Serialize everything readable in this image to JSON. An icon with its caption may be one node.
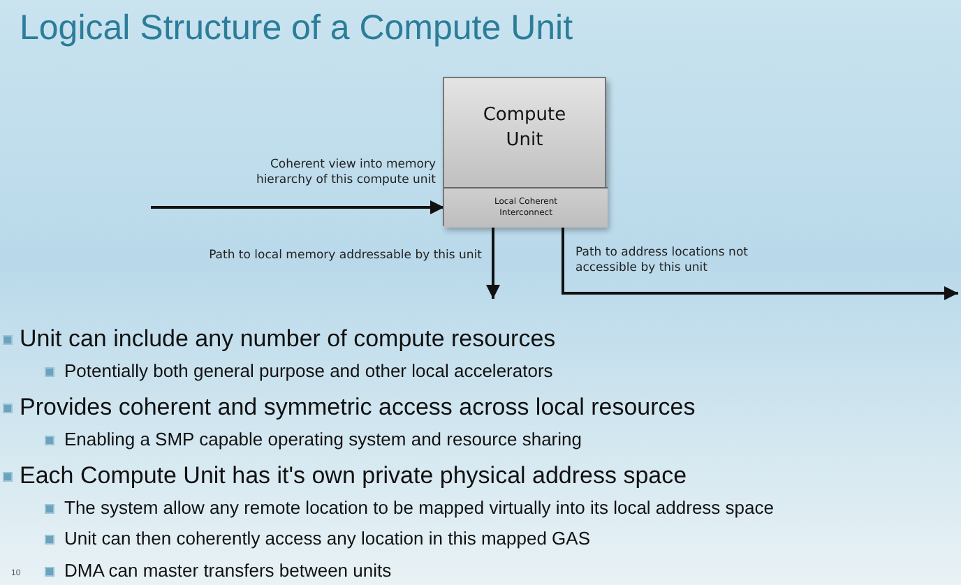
{
  "diagram": {
    "title": "Logical Structure of a Compute Unit",
    "nodes": [
      {
        "text": [
          "Compute Unit"
        ]
      },
      {
        "text": [
          "Local Coherent Interconnect"
        ],
        "in": 0
      }
    ],
    "edges": [
      {
        "from": null,
        "to": 1,
        "arrow": "to",
        "label": "Coherent view into memory hierarchy of this compute unit"
      },
      {
        "from": 1,
        "to": null,
        "arrow": "to",
        "label": "Path to local memory addressable by this unit"
      },
      {
        "from": 1,
        "to": null,
        "arrow": "to",
        "label": "Path to address locations not accessible by this unit"
      }
    ],
    "labels": [
      "Unit can include any number of compute resources",
      "Potentially both general purpose and other local accelerators",
      "Provides coherent and symmetric access across local resources",
      "Enabling a SMP capable operating system and resource sharing",
      "Each Compute Unit has it's own private physical address space",
      "The system allow any remote location to be mapped virtually into its local address space",
      "Unit can then coherently access any location in this mapped GAS",
      "DMA can master transfers between units",
      "10"
    ]
  }
}
